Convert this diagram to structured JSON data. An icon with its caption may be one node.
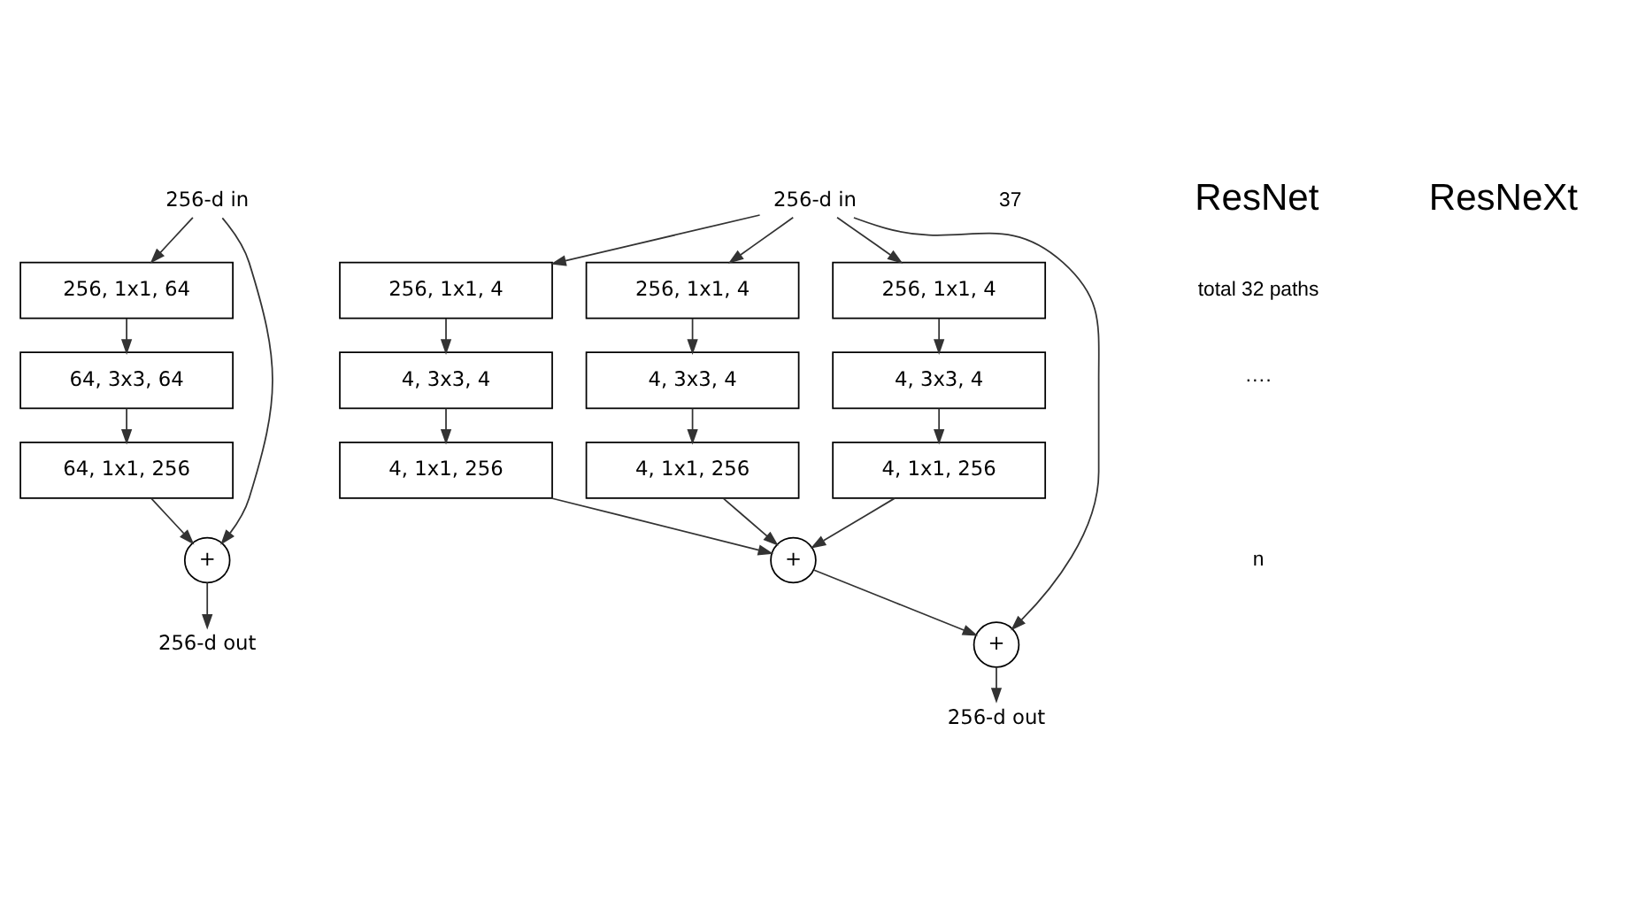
{
  "diagram": {
    "nodes": [
      {
        "text": [
          "256-d in"
        ]
      },
      {
        "text": [
          "256, 1x1, 64"
        ]
      },
      {
        "text": [
          "64, 3x3, 64"
        ]
      },
      {
        "text": [
          "64, 1x1, 256"
        ]
      },
      {
        "text": [
          "+"
        ]
      },
      {
        "text": [
          "256-d out"
        ]
      },
      {
        "text": [
          "256-d in"
        ]
      },
      {
        "text": [
          "256, 1x1, 4"
        ]
      },
      {
        "text": [
          "4, 3x3, 4"
        ]
      },
      {
        "text": [
          "4, 1x1, 256"
        ]
      },
      {
        "text": [
          "256, 1x1, 4"
        ]
      },
      {
        "text": [
          "4, 3x3, 4"
        ]
      },
      {
        "text": [
          "4, 1x1, 256"
        ]
      },
      {
        "text": [
          "256, 1x1, 4"
        ]
      },
      {
        "text": [
          "4, 3x3, 4"
        ]
      },
      {
        "text": [
          "4, 1x1, 256"
        ]
      },
      {
        "text": [
          "+"
        ]
      },
      {
        "text": [
          "+"
        ]
      },
      {
        "text": [
          "256-d out"
        ]
      }
    ],
    "edges": [
      {
        "from": 0,
        "to": 1,
        "arrow": "to"
      },
      {
        "from": 1,
        "to": 2,
        "arrow": "to"
      },
      {
        "from": 2,
        "to": 3,
        "arrow": "to"
      },
      {
        "from": 3,
        "to": 4,
        "arrow": "to"
      },
      {
        "from": 0,
        "to": 4,
        "arrow": "to"
      },
      {
        "from": 4,
        "to": 5,
        "arrow": "to"
      },
      {
        "from": 6,
        "to": 7,
        "arrow": "to"
      },
      {
        "from": 6,
        "to": 10,
        "arrow": "to"
      },
      {
        "from": 6,
        "to": 13,
        "arrow": "to"
      },
      {
        "from": 7,
        "to": 8,
        "arrow": "to"
      },
      {
        "from": 8,
        "to": 9,
        "arrow": "to"
      },
      {
        "from": 9,
        "to": 16,
        "arrow": "to"
      },
      {
        "from": 10,
        "to": 11,
        "arrow": "to"
      },
      {
        "from": 11,
        "to": 12,
        "arrow": "to"
      },
      {
        "from": 12,
        "to": 16,
        "arrow": "to"
      },
      {
        "from": 13,
        "to": 14,
        "arrow": "to"
      },
      {
        "from": 14,
        "to": 15,
        "arrow": "to"
      },
      {
        "from": 15,
        "to": 16,
        "arrow": "to"
      },
      {
        "from": 16,
        "to": 17,
        "arrow": "to"
      },
      {
        "from": 6,
        "to": 17,
        "arrow": "to"
      },
      {
        "from": 17,
        "to": 18,
        "arrow": "to"
      }
    ],
    "labels": [
      "37",
      "ResNet",
      "ResNeXt",
      "total 32 paths",
      "····",
      "n"
    ]
  }
}
